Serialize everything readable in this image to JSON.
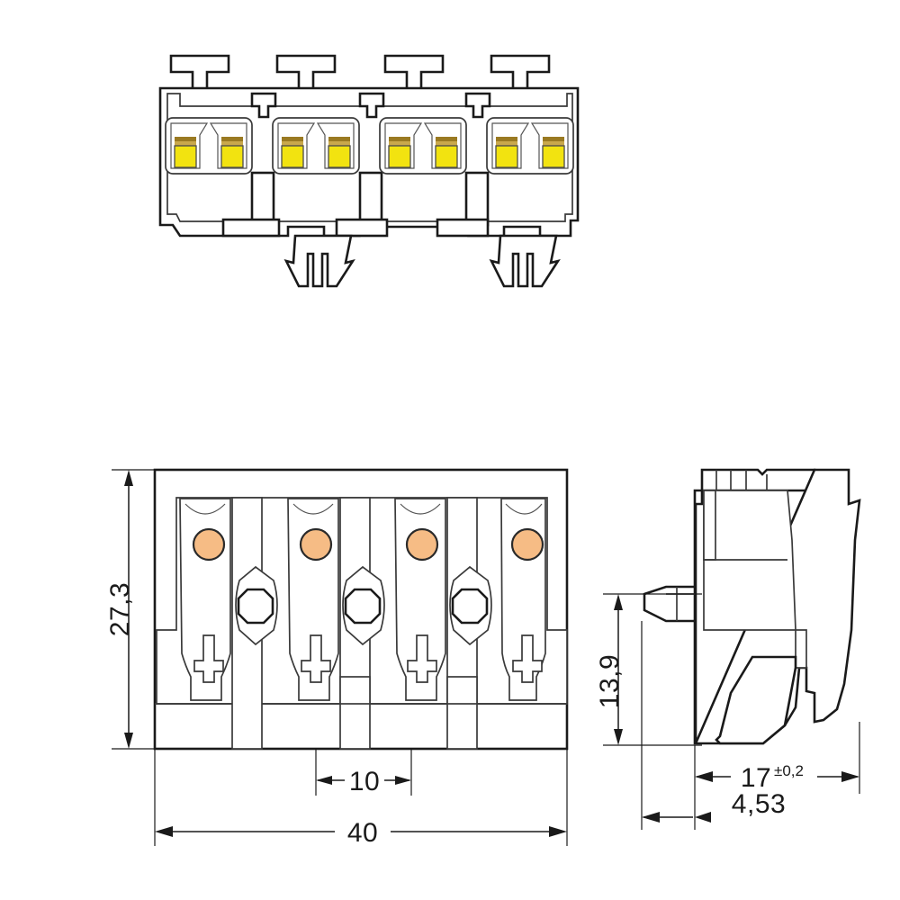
{
  "document": {
    "kind": "engineering-drawing",
    "subject": "4-pole PCB terminal block connector",
    "unit_note": "millimetres",
    "views": [
      "front-view",
      "bottom-view",
      "side-view"
    ]
  },
  "colors": {
    "line": "#1a1a1a",
    "line_thin": "#3a3a3a",
    "background": "#ffffff",
    "terminal_yellow": "#f2e310",
    "terminal_brown": "#9a7a22",
    "terminal_tan": "#c9a84c",
    "hole_orange": "#f6bc85"
  },
  "front_view": {
    "name": "front-view",
    "pole_count": 4,
    "terminal_pairs": 4,
    "terminals_per_pair": 2,
    "lever_tabs": 4,
    "small_tabs": 3,
    "mounting_latches": 2
  },
  "bottom_view": {
    "name": "bottom-view",
    "pole_count": 4,
    "solder_holes": 4,
    "octagonal_holes": 3,
    "slot_markers": 4
  },
  "side_view": {
    "name": "side-view"
  },
  "dimensions": {
    "height": {
      "id": "dim-height",
      "value": "27,3",
      "tolerance": "",
      "orientation": "vertical",
      "view": "bottom-view"
    },
    "pitch": {
      "id": "dim-pitch",
      "value": "10",
      "tolerance": "",
      "orientation": "horizontal",
      "view": "bottom-view"
    },
    "width": {
      "id": "dim-width",
      "value": "40",
      "tolerance": "",
      "orientation": "horizontal",
      "view": "bottom-view"
    },
    "side_height": {
      "id": "dim-side-height",
      "value": "13,9",
      "tolerance": "",
      "orientation": "vertical",
      "view": "side-view"
    },
    "depth": {
      "id": "dim-depth",
      "value": "17",
      "tolerance": "±0,2",
      "orientation": "horizontal",
      "view": "side-view"
    },
    "offset": {
      "id": "dim-offset",
      "value": "4,53",
      "tolerance": "",
      "orientation": "horizontal",
      "view": "side-view"
    }
  }
}
